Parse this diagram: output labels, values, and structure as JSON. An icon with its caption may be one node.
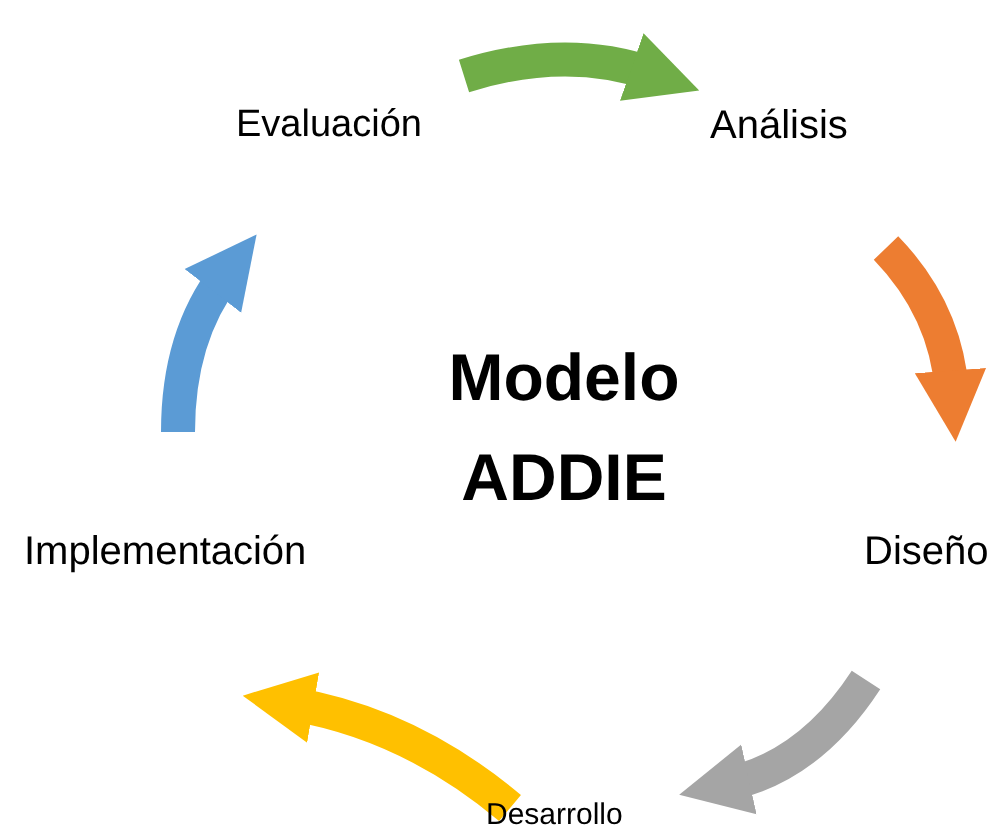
{
  "diagram": {
    "nodes": [
      {
        "text": [
          "Modelo ADDIE"
        ]
      },
      {
        "text": [
          "Análisis"
        ]
      },
      {
        "text": [
          "Diseño"
        ]
      },
      {
        "text": [
          "Desarrollo"
        ]
      },
      {
        "text": [
          "Implementación"
        ]
      },
      {
        "text": [
          "Evaluación"
        ]
      }
    ],
    "edges": [
      {
        "from": 5,
        "to": 1,
        "arrow": "to",
        "color": "#70ad47"
      },
      {
        "from": 1,
        "to": 2,
        "arrow": "to",
        "color": "#ed7d31"
      },
      {
        "from": 2,
        "to": 3,
        "arrow": "to",
        "color": "#a5a5a5"
      },
      {
        "from": 3,
        "to": 4,
        "arrow": "to",
        "color": "#ffc000"
      },
      {
        "from": 4,
        "to": 5,
        "arrow": "to",
        "color": "#5b9bd5"
      }
    ]
  }
}
